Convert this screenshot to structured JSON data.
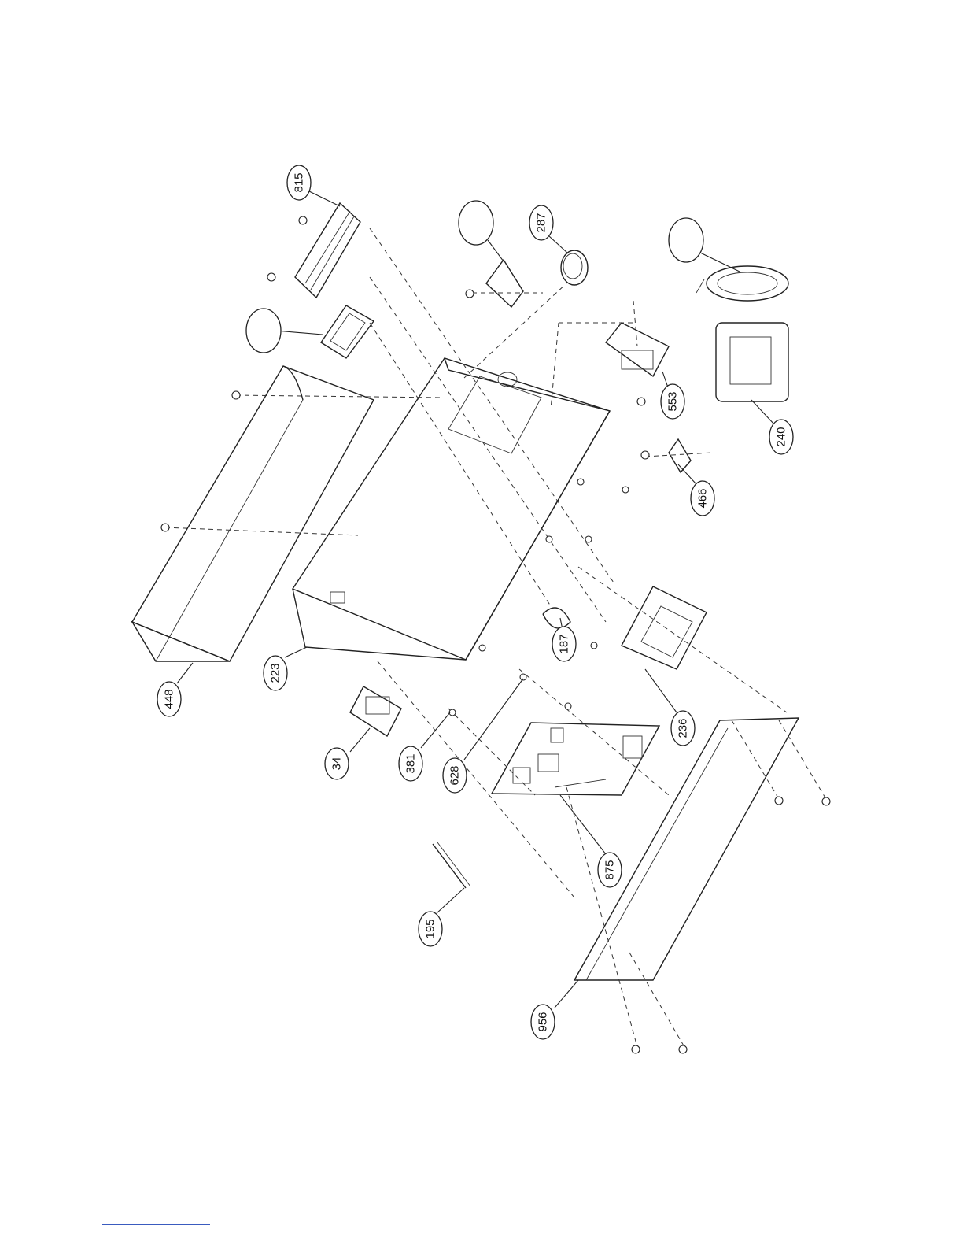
{
  "diagram": {
    "callouts": [
      {
        "id": "815",
        "label": "815"
      },
      {
        "id": "blank-a",
        "label": ""
      },
      {
        "id": "287",
        "label": "287"
      },
      {
        "id": "blank-b",
        "label": ""
      },
      {
        "id": "blank-c",
        "label": ""
      },
      {
        "id": "553",
        "label": "553"
      },
      {
        "id": "240",
        "label": "240"
      },
      {
        "id": "466",
        "label": "466"
      },
      {
        "id": "187",
        "label": "187"
      },
      {
        "id": "236",
        "label": "236"
      },
      {
        "id": "223",
        "label": "223"
      },
      {
        "id": "448",
        "label": "448"
      },
      {
        "id": "34",
        "label": "34"
      },
      {
        "id": "381",
        "label": "381"
      },
      {
        "id": "628",
        "label": "628"
      },
      {
        "id": "875",
        "label": "875"
      },
      {
        "id": "195",
        "label": "195"
      },
      {
        "id": "956",
        "label": "956"
      }
    ]
  },
  "colors": {
    "line": "#222222",
    "footer_rule": "#3a5bbf"
  }
}
